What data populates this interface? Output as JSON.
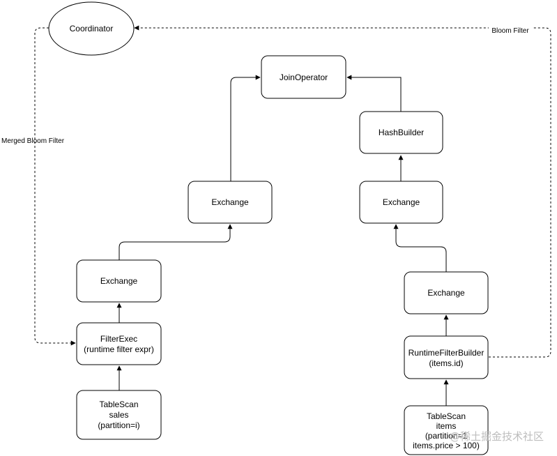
{
  "nodes": {
    "coordinator": "Coordinator",
    "join_operator": "JoinOperator",
    "hash_builder": "HashBuilder",
    "exchange_top_left": "Exchange",
    "exchange_top_right": "Exchange",
    "exchange_left": "Exchange",
    "exchange_right": "Exchange",
    "filter_exec": {
      "line1": "FilterExec",
      "line2": "(runtime filter expr)"
    },
    "runtime_filter_builder": {
      "line1": "RuntimeFilterBuilder",
      "line2": "(items.id)"
    },
    "table_scan_sales": {
      "line1": "TableScan",
      "line2": "sales",
      "line3": "(partition=i)"
    },
    "table_scan_items": {
      "line1": "TableScan",
      "line2": "items",
      "line3": "(partition=1",
      "line4": "items.price > 100)"
    }
  },
  "edge_labels": {
    "bloom_filter": "Bloom Filter",
    "merged_bloom_filter": "Merged Bloom Filter"
  },
  "watermark": "@稀土掘金技术社区"
}
